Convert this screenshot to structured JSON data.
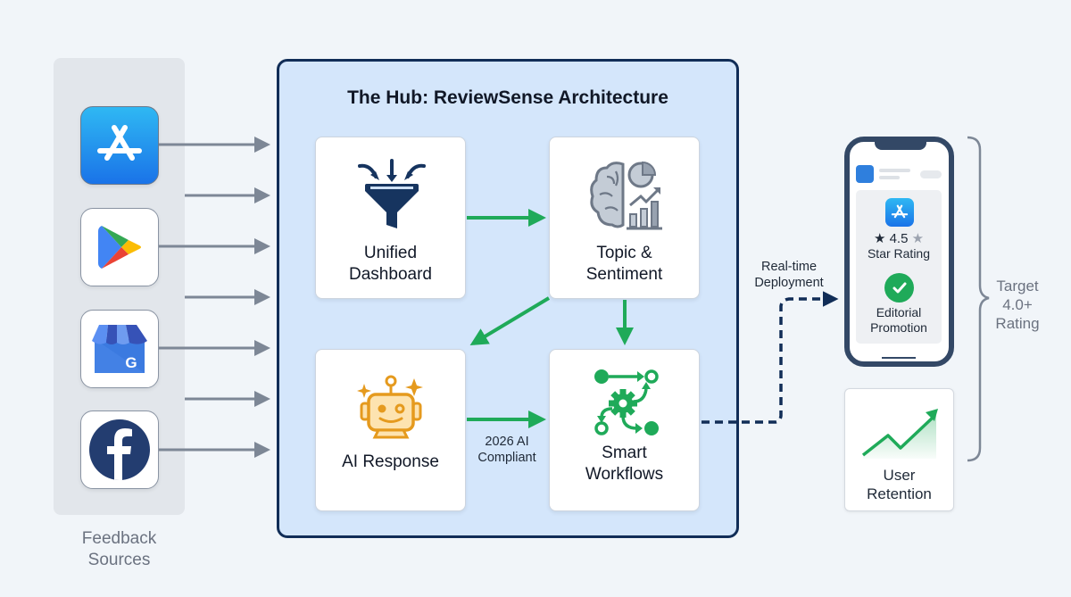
{
  "colors": {
    "background": "#f1f5f9",
    "hub_fill": "#d4e6fb",
    "hub_border": "#112d57",
    "flow_green": "#1faa59",
    "input_arrow_gray": "#7d8796",
    "deploy_navy": "#112d57",
    "robot_orange": "#e59a1e"
  },
  "sources": {
    "caption_line1": "Feedback",
    "caption_line2": "Sources",
    "items": [
      {
        "name": "Apple App Store",
        "icon": "app-store-icon"
      },
      {
        "name": "Google Play",
        "icon": "google-play-icon"
      },
      {
        "name": "Google Business Profile",
        "icon": "google-business-icon",
        "badge": "G"
      },
      {
        "name": "Facebook",
        "icon": "facebook-icon",
        "badge": "f"
      }
    ],
    "input_arrow_count": 7
  },
  "hub": {
    "title": "The Hub: ReviewSense Architecture",
    "cards": [
      {
        "id": "unified",
        "line1": "Unified",
        "line2": "Dashboard",
        "icon": "funnel-icon"
      },
      {
        "id": "topic",
        "line1": "Topic &",
        "line2": "Sentiment",
        "icon": "brain-analytics-icon"
      },
      {
        "id": "ai",
        "line1": "AI Response",
        "line2": "",
        "icon": "robot-icon"
      },
      {
        "id": "workflows",
        "line1": "Smart",
        "line2": "Workflows",
        "icon": "workflow-gear-icon"
      }
    ],
    "edge_label_line1": "2026 AI",
    "edge_label_line2": "Compliant"
  },
  "deployment": {
    "label_line1": "Real-time",
    "label_line2": "Deployment"
  },
  "phone": {
    "rating_value": "4.5",
    "rating_label": "Star Rating",
    "promo_line1": "Editorial",
    "promo_line2": "Promotion"
  },
  "retention": {
    "line1": "User",
    "line2": "Retention"
  },
  "target": {
    "line1": "Target",
    "line2": "4.0+",
    "line3": "Rating"
  }
}
